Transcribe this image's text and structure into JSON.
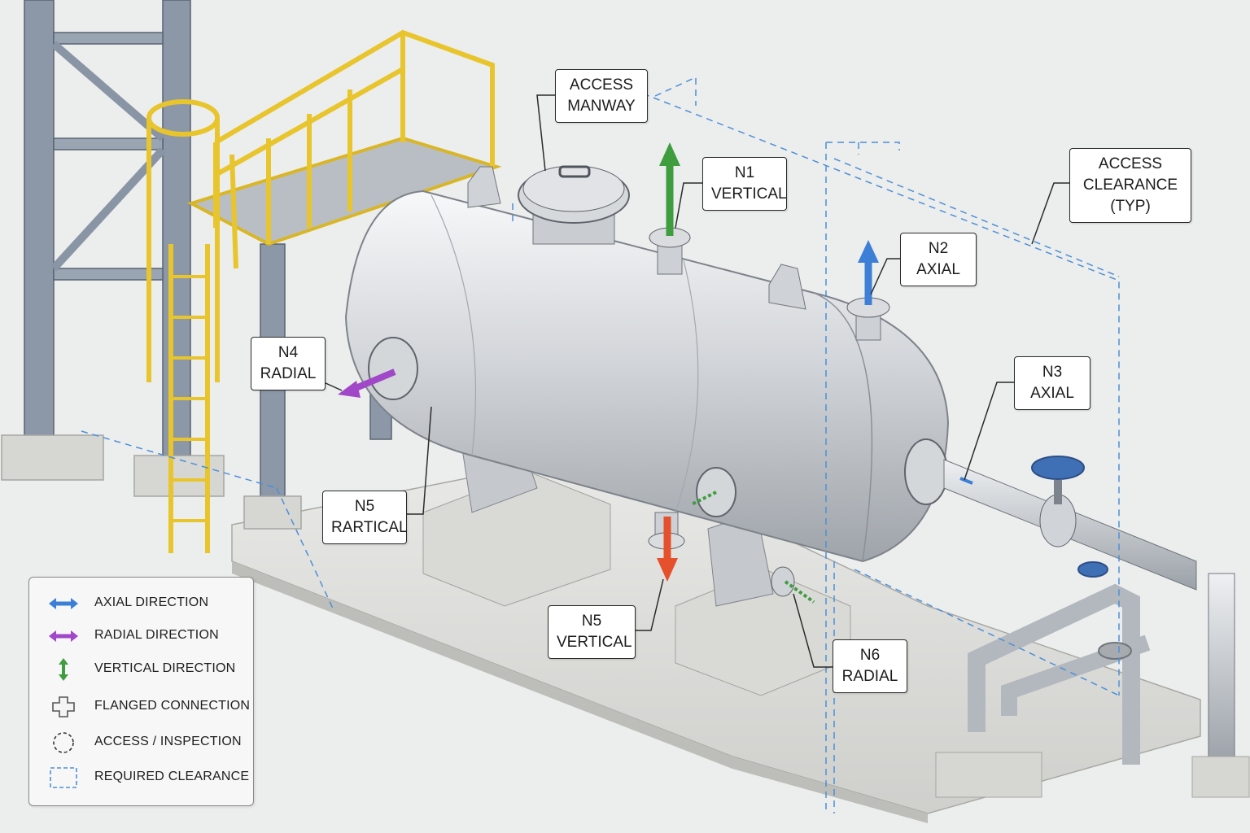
{
  "callouts": {
    "access_manway": [
      "ACCESS",
      "MANWAY"
    ],
    "n1": [
      "N1",
      "VERTICAL"
    ],
    "access_clearance": [
      "ACCESS",
      "CLEARANCE",
      "(TYP)"
    ],
    "n2": [
      "N2",
      "AXIAL"
    ],
    "n3": [
      "N3",
      "AXIAL"
    ],
    "n4": [
      "N4",
      "RADIAL"
    ],
    "n5_rartical": [
      "N5",
      "RARTICAL"
    ],
    "n5_vertical": [
      "N5",
      "VERTICAL"
    ],
    "n6": [
      "N6",
      "RADIAL"
    ]
  },
  "legend": {
    "items": [
      {
        "label": "AXIAL DIRECTION",
        "icon": "axial-arrow-icon"
      },
      {
        "label": "RADIAL DIRECTION",
        "icon": "radial-arrow-icon"
      },
      {
        "label": "VERTICAL DIRECTION",
        "icon": "vertical-arrow-icon"
      },
      {
        "label": "FLANGED CONNECTION",
        "icon": "flange-cross-icon"
      },
      {
        "label": "ACCESS / INSPECTION",
        "icon": "dashed-circle-icon"
      },
      {
        "label": "REQUIRED CLEARANCE",
        "icon": "dashed-square-icon"
      }
    ]
  },
  "colors": {
    "axial": "#3d7fd6",
    "radial": "#a148c9",
    "vertical": "#3e9d3e",
    "down_arrow": "#e4512c",
    "clearance": "#4d8fd8",
    "platform": "#f2d23a",
    "steel": "#8c98a8"
  }
}
